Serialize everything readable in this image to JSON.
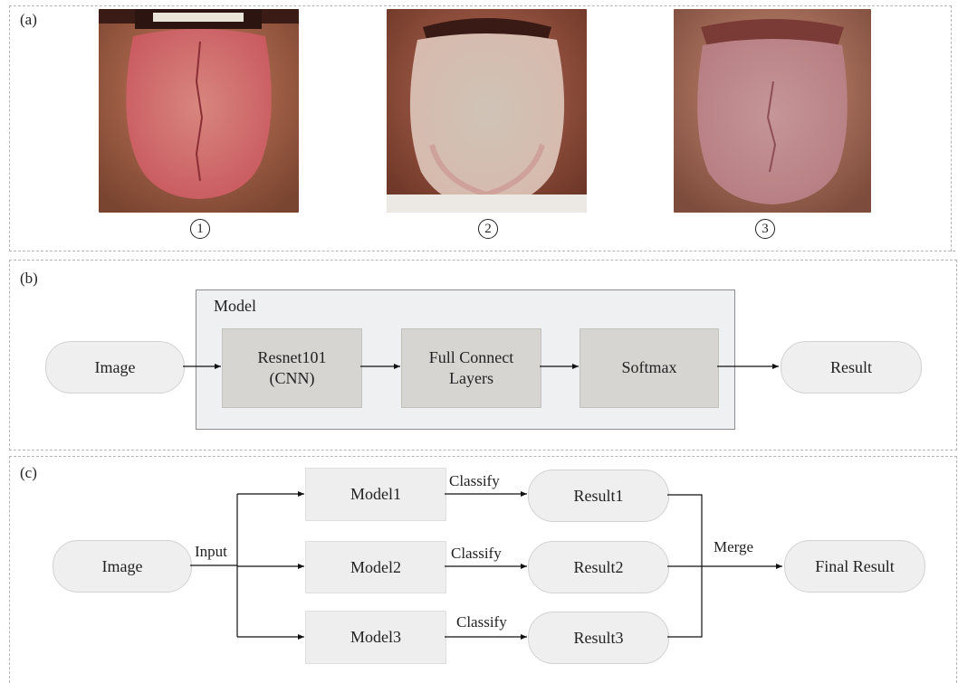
{
  "panel_a": {
    "label": "(a)",
    "images": [
      {
        "number": "1",
        "tongue_color": "#c95a60"
      },
      {
        "number": "2",
        "tongue_color": "#d8b9ad"
      },
      {
        "number": "3",
        "tongue_color": "#b77e82"
      }
    ]
  },
  "panel_b": {
    "label": "(b)",
    "model_title": "Model",
    "input": "Image",
    "blocks": [
      "Resnet101\n(CNN)",
      "Full Connect\nLayers",
      "Softmax"
    ],
    "output": "Result"
  },
  "panel_c": {
    "label": "(c)",
    "input": "Image",
    "input_edge": "Input",
    "models": [
      "Model1",
      "Model2",
      "Model3"
    ],
    "edge_label": "Classify",
    "results": [
      "Result1",
      "Result2",
      "Result3"
    ],
    "merge_label": "Merge",
    "final": "Final Result"
  },
  "colors": {
    "pill_fill": "#efefef",
    "block_fill": "#d6d5d2",
    "model_fill": "#eff0f2",
    "dash": "#b5b5b5"
  }
}
